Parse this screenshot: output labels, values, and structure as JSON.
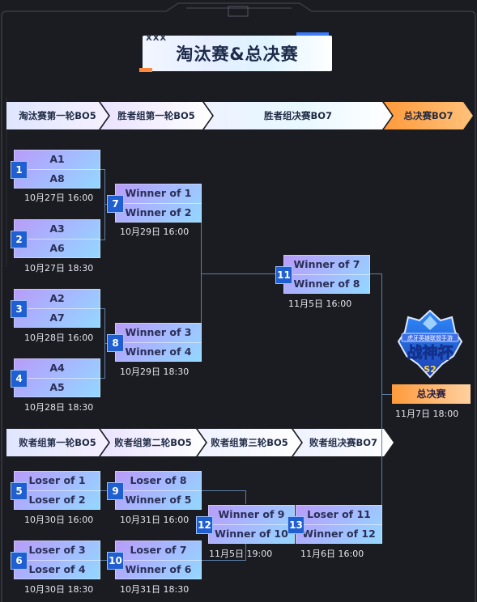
{
  "title": "淘汰赛&总决赛",
  "title_deco": "XXX",
  "colors": {
    "accent_orange": "#ff9a3c",
    "num_blue": "#1f5fd1",
    "connector": "#5d7fa6"
  },
  "headers_top": [
    {
      "label": "淘汰赛第一轮BO5"
    },
    {
      "label": "胜者组第一轮BO5"
    },
    {
      "label": "胜者组决赛BO7"
    },
    {
      "label": "总决赛BO7"
    }
  ],
  "headers_losers": [
    {
      "label": "败者组第一轮BO5"
    },
    {
      "label": "败者组第二轮BO5"
    },
    {
      "label": "败者组第三轮BO5"
    },
    {
      "label": "败者组决赛BO7"
    }
  ],
  "matches": [
    {
      "num": "1",
      "a": "A1",
      "b": "A8",
      "time": "10月27日  16:00"
    },
    {
      "num": "2",
      "a": "A3",
      "b": "A6",
      "time": "10月27日  18:30"
    },
    {
      "num": "3",
      "a": "A2",
      "b": "A7",
      "time": "10月28日  16:00"
    },
    {
      "num": "4",
      "a": "A4",
      "b": "A5",
      "time": "10月28日  18:30"
    },
    {
      "num": "5",
      "a": "Loser of 1",
      "b": "Loser of 2",
      "time": "10月30日  16:00"
    },
    {
      "num": "6",
      "a": "Loser of 3",
      "b": "Loser of 4",
      "time": "10月30日  18:30"
    },
    {
      "num": "7",
      "a": "Winner of 1",
      "b": "Winner of 2",
      "time": "10月29日  16:00"
    },
    {
      "num": "8",
      "a": "Winner of 3",
      "b": "Winner of 4",
      "time": "10月29日  18:30"
    },
    {
      "num": "9",
      "a": "Loser of 8",
      "b": "Winner of 5",
      "time": "10月31日  16:00"
    },
    {
      "num": "10",
      "a": "Loser of 7",
      "b": "Winner of 6",
      "time": "10月31日  18:30"
    },
    {
      "num": "11",
      "a": "Winner of 7",
      "b": "Winner of 8",
      "time": "11月5日  16:00"
    },
    {
      "num": "12",
      "a": "Winner of 9",
      "b": "Winner of 10",
      "time": "11月5日  19:00"
    },
    {
      "num": "13",
      "a": "Loser of 11",
      "b": "Winner of 12",
      "time": "11月6日  16:00"
    }
  ],
  "final": {
    "label": "总决赛",
    "time": "11月7日  18:00"
  },
  "logo": {
    "text": "战神杯",
    "sub": "虎牙英雄联盟手游",
    "mark": "S2"
  }
}
